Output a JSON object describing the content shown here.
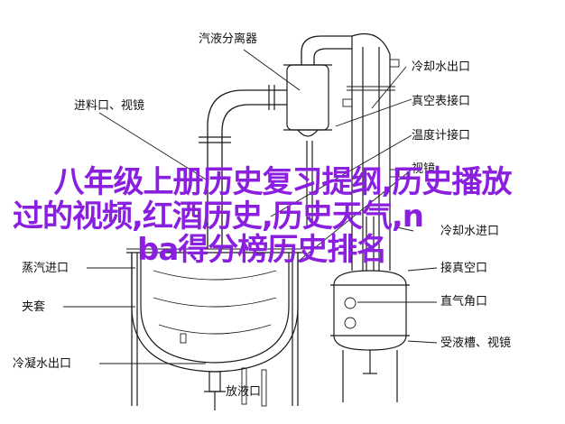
{
  "labels": {
    "separator": "汽液分离器",
    "condenser_outlet": "冷却水出口",
    "feed_port": "进料口、视镜",
    "vacuum_gauge": "真空表接口",
    "thermometer": "温度计接口",
    "sight_glass": "视镜",
    "coolant_inlet": "冷却水进口",
    "steam_inlet": "蒸汽进口",
    "vacuum_port": "接真空口",
    "jacket": "夹套",
    "straight_elbow": "直气角口",
    "condensate_outlet": "冷凝水出口",
    "drain": "放液口",
    "receiver": "受液槽、视镜"
  },
  "overlay": {
    "line1": "八年级上册历史复习提纲,历史播放",
    "line2": "过的视频,红酒历史,历史天气,n",
    "line3": "ba得分榜历史排名"
  },
  "colors": {
    "overlay_text": "#8b1fe0",
    "line": "#1a1a1a"
  }
}
